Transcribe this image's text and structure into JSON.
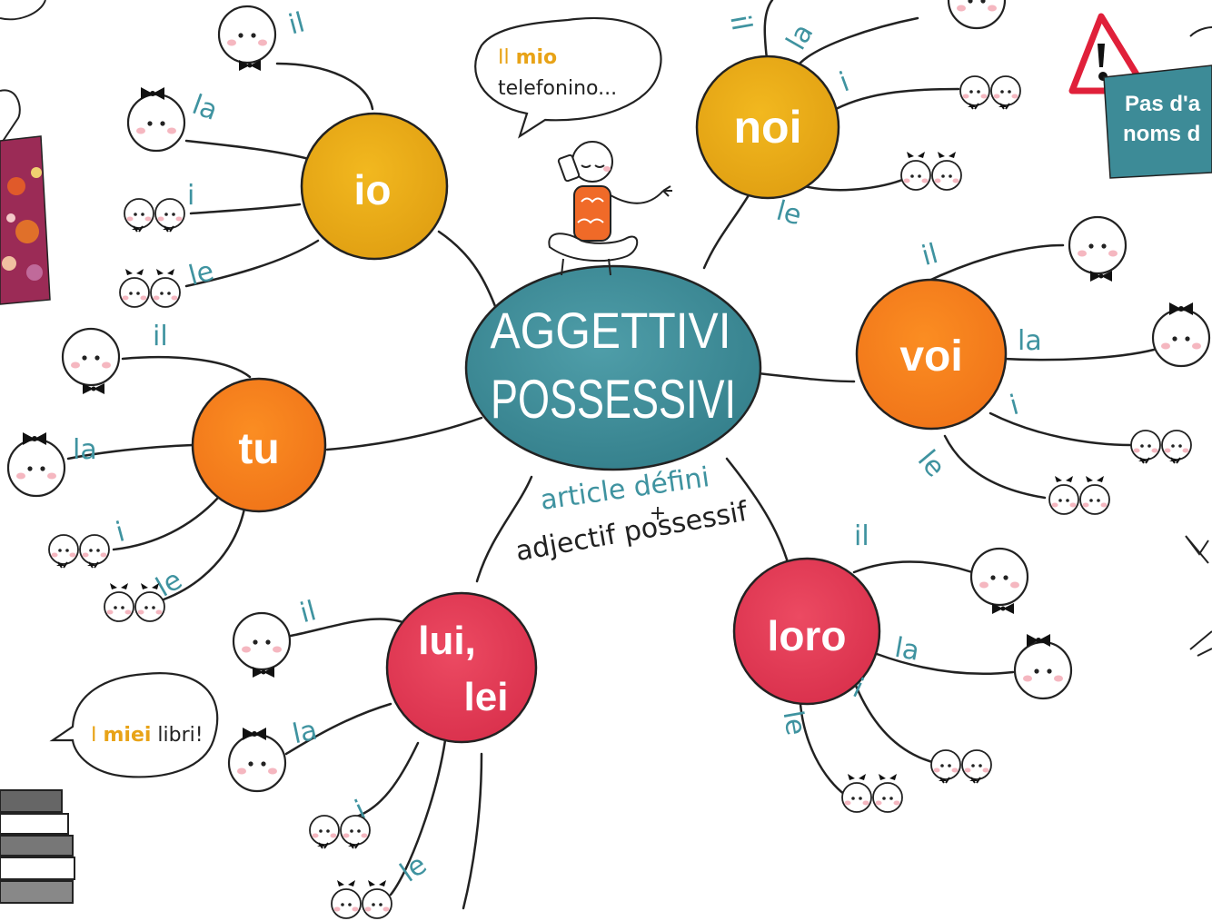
{
  "center": {
    "line1": "AGGETTIVI",
    "line2": "POSSESSIVI"
  },
  "formula": {
    "part1": "article défini",
    "plus": "+",
    "part2": "adjectif possessif"
  },
  "pronouns": {
    "io": "io",
    "tu": "tu",
    "lui_lei_1": "lui,",
    "lui_lei_2": "lei",
    "noi": "noi",
    "voi": "voi",
    "loro": "loro"
  },
  "articles": {
    "il": "il",
    "la": "la",
    "i": "i",
    "le": "le"
  },
  "bubble_top": {
    "part1": "Il ",
    "highlight": "mio",
    "line2": "telefonino..."
  },
  "bubble_bottom": {
    "part1": "I ",
    "highlight": "miei",
    "part2": " libri!"
  },
  "warning": {
    "line1": "Pas d'a",
    "line2": "noms d"
  },
  "colors": {
    "center": "#3d8b97",
    "io": "#e8ac1a",
    "noi": "#e8ac1a",
    "tu": "#f5841f",
    "voi": "#f5841f",
    "lui_lei": "#e43d57",
    "loro": "#e43d57",
    "article_text": "#3f93a0",
    "highlight": "#e8a317",
    "warning_box": "#3d8b97",
    "warning_triangle": "#e0203a"
  }
}
